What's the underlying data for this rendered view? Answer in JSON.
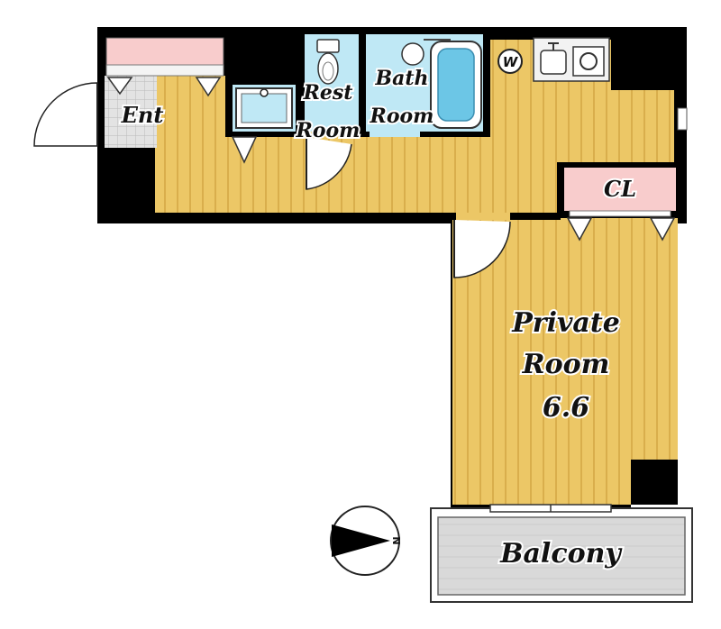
{
  "floorplan": {
    "rooms": {
      "entrance": "Ent",
      "rest_room": [
        "Rest",
        "Room"
      ],
      "bath_room": [
        "Bath",
        "Room"
      ],
      "closet": "CL",
      "private_room": [
        "Private",
        "Room",
        "6.6"
      ],
      "balcony": "Balcony"
    },
    "fixtures": {
      "washer_mark": "W",
      "compass_letter": "N"
    },
    "colors": {
      "wall": "#000000",
      "wood_floor": "#ecc766",
      "wood_stripe": "#d9ae4c",
      "closet_fill": "#f8cccc",
      "wet_area": "#bfe8f5",
      "tile": "#dcdcdc",
      "balcony_fill": "#d9d9d9"
    }
  }
}
